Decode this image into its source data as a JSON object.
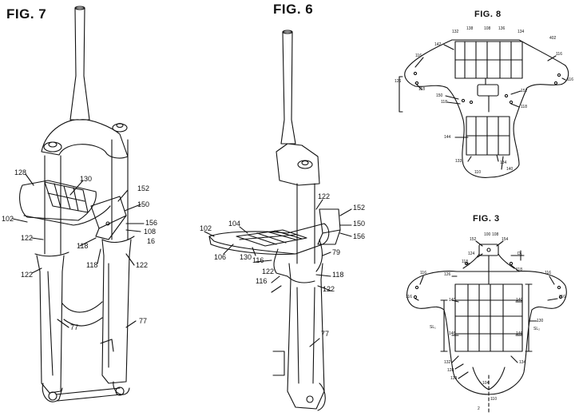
{
  "figures": {
    "fig7": {
      "title": "FIG. 7",
      "refs": {
        "r128": "128",
        "r130": "130",
        "r152": "152",
        "r150": "150",
        "r156": "156",
        "r108": "108",
        "r16": "16",
        "r102": "102",
        "r122a": "122",
        "r118a": "118",
        "r118b": "118",
        "r122b": "122",
        "r122c": "122",
        "r77a": "77",
        "r77b": "77"
      }
    },
    "fig6": {
      "title": "FIG. 6",
      "refs": {
        "r122": "122",
        "r152": "152",
        "r150": "150",
        "r156": "156",
        "r104": "104",
        "r102": "102",
        "r106": "106",
        "r130": "130",
        "r116a": "116",
        "r79": "79",
        "r118": "118",
        "r122b": "122",
        "r116b": "116",
        "r122c": "122",
        "r77": "77"
      }
    },
    "fig8": {
      "title": "FIG. 8",
      "refs": {
        "r138": "138",
        "r108": "108",
        "r136": "136",
        "r132": "132",
        "r134": "134",
        "r142": "142",
        "r402": "402",
        "r116a": "116",
        "r116b": "116",
        "r116c": "116",
        "r126": "126",
        "r118a": "118",
        "r150": "150",
        "r152": "152",
        "r118b": "118",
        "r118c": "118",
        "r144": "144",
        "r133": "133",
        "r134b": "134",
        "r140": "140",
        "r110": "110"
      }
    },
    "fig3": {
      "title": "FIG. 3",
      "refs": {
        "r100": "100",
        "r108": "108",
        "r152": "152",
        "r154": "154",
        "r124": "124",
        "r118a": "118",
        "r118b": "118",
        "r116a": "116",
        "r116b": "116",
        "r126": "126",
        "r116c": "116",
        "r116d": "116",
        "r140a": "140",
        "r140b": "140",
        "r130": "130",
        "r146a": "146",
        "r146b": "146",
        "r132": "132",
        "r128": "128",
        "r139": "139",
        "r134": "134",
        "r104": "104",
        "r110": "110",
        "d2": "D₂",
        "sl1": "SL₁",
        "sl2": "SL₂",
        "r2": "2"
      }
    }
  }
}
